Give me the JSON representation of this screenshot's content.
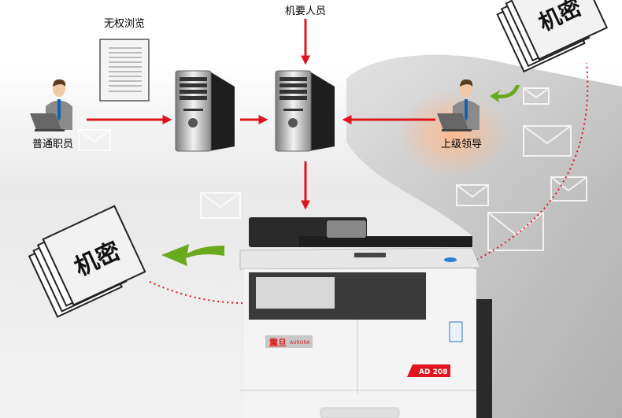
{
  "labels": {
    "no_access": "无权浏览",
    "confidential_staff": "机要人员",
    "ordinary_staff": "普通职员",
    "superior": "上级领导"
  },
  "secret_docs": {
    "top_right": "机密",
    "bottom_left": "机密"
  },
  "printer": {
    "brand_cn": "震旦",
    "brand_en": "AURORA",
    "model": "AD 208"
  },
  "colors": {
    "arrow_red": "#e0141e",
    "green_arrow": "#6aa81e",
    "dotted_red": "#e0141e"
  }
}
